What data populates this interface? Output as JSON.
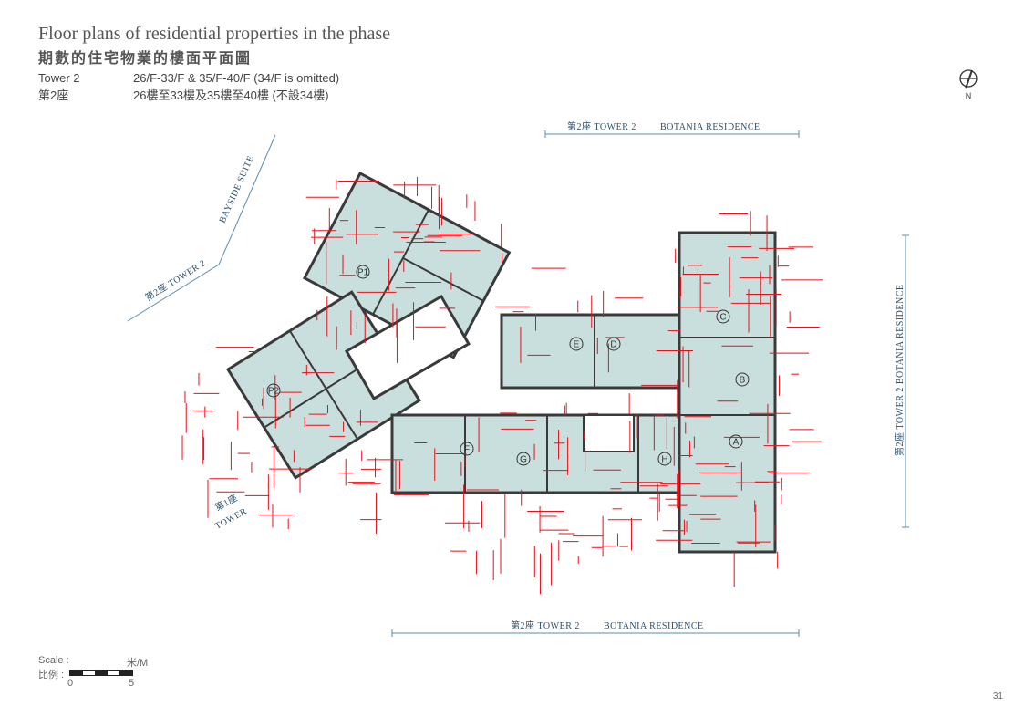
{
  "header": {
    "title_en": "Floor plans of residential properties in the phase",
    "title_zh": "期數的住宅物業的樓面平面圖",
    "tower_label_en": "Tower 2",
    "floors_en": "26/F-33/F & 35/F-40/F (34/F is omitted)",
    "tower_label_zh": "第2座",
    "floors_zh": "26樓至33樓及35樓至40樓 (不設34樓)"
  },
  "compass": {
    "label": "N"
  },
  "plan": {
    "top_tower": "第2座  TOWER 2",
    "top_residence": "BOTANIA RESIDENCE",
    "bottom_tower": "第2座  TOWER 2",
    "bottom_residence": "BOTANIA RESIDENCE",
    "right_label": "第2座  TOWER 2    BOTANIA RESIDENCE",
    "left_tower": "第2座  TOWER 2",
    "left_suite": "BAYSIDE SUITE",
    "tower1_zh": "第1座",
    "tower1_en": "TOWER",
    "units": [
      "P1",
      "P2",
      "A",
      "B",
      "C",
      "D",
      "E",
      "F",
      "G",
      "H"
    ]
  },
  "scale": {
    "label_en": "Scale :",
    "label_zh": "比例 :",
    "unit": "米/M",
    "min": "0",
    "max": "5"
  },
  "page_number": "31",
  "colors": {
    "room": "#c9dfdd",
    "wall": "#3a3a3a",
    "dimension": "#e8101a",
    "label": "#2a4f6b"
  }
}
